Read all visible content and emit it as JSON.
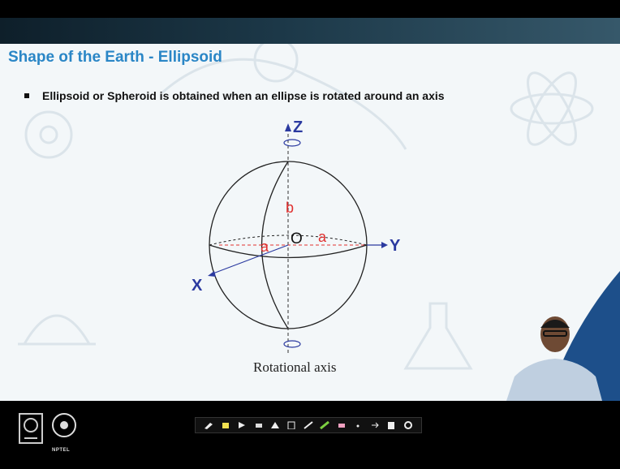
{
  "slide": {
    "title": "Shape of the Earth - Ellipsoid",
    "bullet": "Ellipsoid or Spheroid is obtained when an ellipse is rotated around an axis"
  },
  "diagram": {
    "axis_z": "Z",
    "axis_y": "Y",
    "axis_x": "X",
    "origin": "O",
    "semi_major_left": "a",
    "semi_major_right": "a",
    "semi_minor": "b",
    "caption": "Rotational axis"
  },
  "footer": {
    "logo_text": "NPTEL"
  },
  "colors": {
    "title": "#2a86c6",
    "axis_label": "#2b3aa0",
    "red_label": "#e0302f",
    "header_dark": "#0e1f2a"
  },
  "icons": {
    "toolbar": [
      "pen-icon",
      "highlighter-icon",
      "pointer-icon",
      "eraser-icon",
      "marker-icon",
      "page-icon",
      "pencil-icon",
      "green-pen-icon",
      "eraser-pink-icon",
      "dot-icon",
      "arrow-icon",
      "clear-icon",
      "settings-icon"
    ]
  }
}
